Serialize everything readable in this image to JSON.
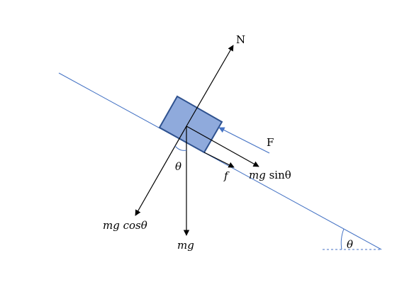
{
  "colors": {
    "incline": "#4472c4",
    "block_fill": "#8faadc",
    "block_stroke": "#2f528f",
    "vector": "#000000",
    "applied_force": "#4472c4",
    "angle_arc": "#4472c4",
    "baseline": "#4472c4"
  },
  "labels": {
    "normal": "N",
    "applied": "F",
    "friction": "f",
    "weight": "mg",
    "weight_parallel_italic": "mg ",
    "weight_parallel_upright": "sinθ",
    "weight_perpendicular": "mg cosθ",
    "angle_block": "θ",
    "angle_incline": "θ"
  }
}
